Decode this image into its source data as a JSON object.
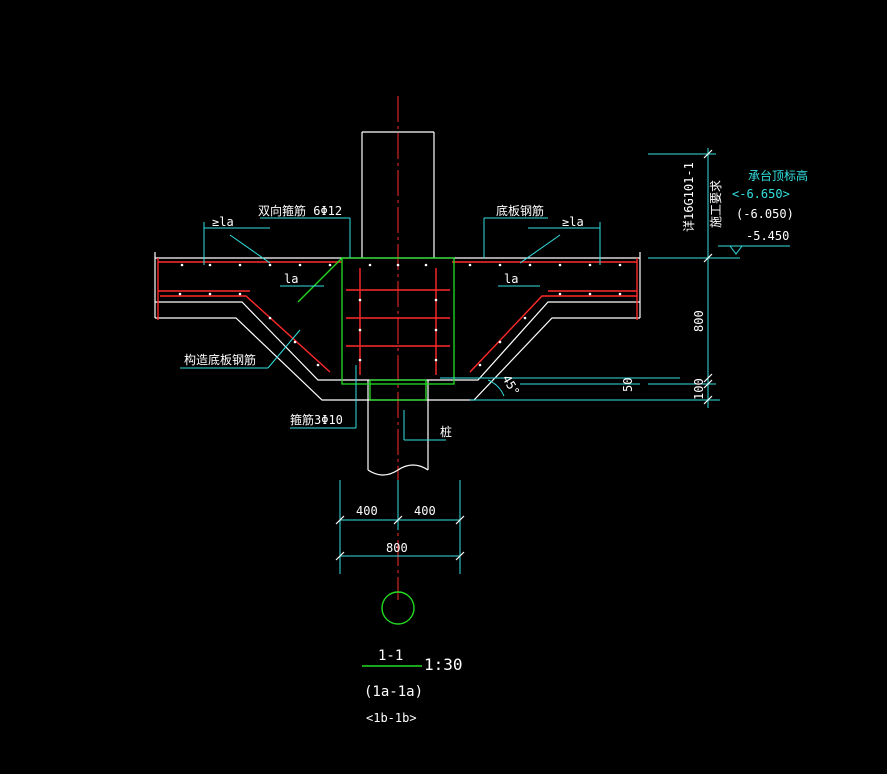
{
  "labels": {
    "stirrup_two_way": "双向箍筋 6Φ12",
    "bottom_rebar": "底板钢筋",
    "la_left_top": "≥la",
    "la_right_top": "≥la",
    "la_left_bottom": "la",
    "la_right_bottom": "la",
    "constr_bottom_rebar": "构造底板钢筋",
    "stirrup_3": "箍筋3Φ10",
    "pile": "桩",
    "angle": "45°"
  },
  "right_side": {
    "atlas_ref": "详16G101-1",
    "atlas_ref2": "施工要求",
    "cap_top_title": "承台顶标高",
    "elev1": "<-6.650>",
    "elev2": "(-6.050)",
    "elev3": "-5.450",
    "dim_800": "800",
    "dim_50": "50",
    "dim_100": "100"
  },
  "bottom_dims": {
    "left_400": "400",
    "right_400": "400",
    "total_800": "800"
  },
  "title": {
    "section": "1-1",
    "scale": "1:30",
    "sub1": "(1a-1a)",
    "sub2": "<1b-1b>"
  },
  "colors": {
    "rebar_red": "#ff2a2a",
    "dimension_cyan": "#33e0e0",
    "outline_white": "#ffffff",
    "stirrup_green": "#22dd22",
    "yellow": "#ffff00"
  }
}
